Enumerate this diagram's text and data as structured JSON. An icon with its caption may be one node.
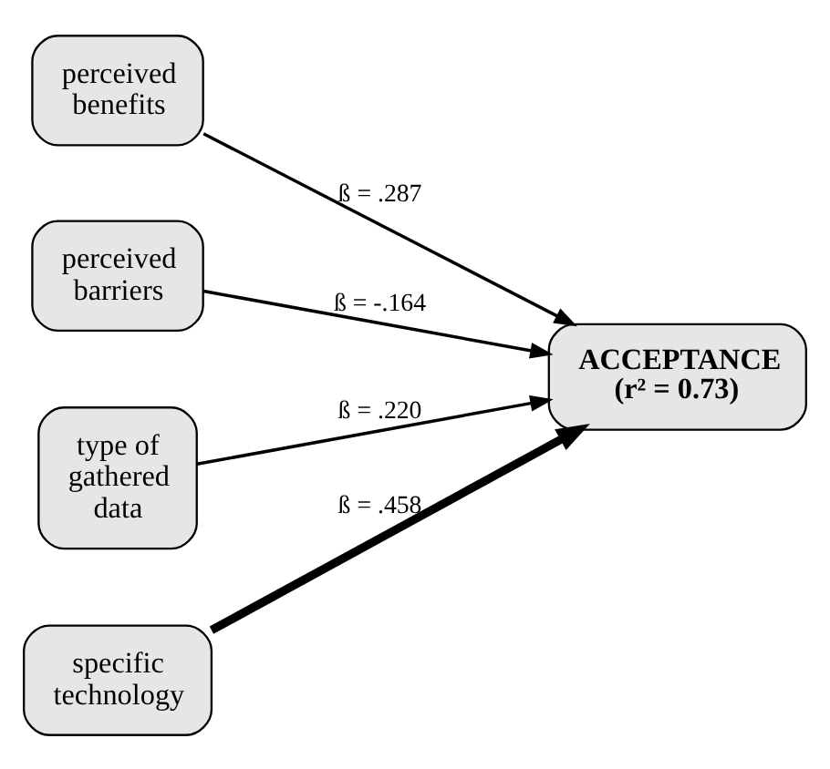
{
  "diagram": {
    "nodes": [
      {
        "text": [
          "perceived benefits"
        ]
      },
      {
        "text": [
          "perceived barriers"
        ]
      },
      {
        "text": [
          "type of gathered data"
        ]
      },
      {
        "text": [
          "specific technology"
        ]
      },
      {
        "text": [
          "ACCEPTANCE (r² = 0.73)"
        ]
      }
    ],
    "edges": [
      {
        "from": 0,
        "to": 4,
        "arrow": "to",
        "label": "ß = .287"
      },
      {
        "from": 1,
        "to": 4,
        "arrow": "to",
        "label": "ß = -.164"
      },
      {
        "from": 2,
        "to": 4,
        "arrow": "to",
        "label": "ß = .220"
      },
      {
        "from": 3,
        "to": 4,
        "arrow": "to",
        "label": "ß = .458",
        "style": "thick"
      }
    ]
  }
}
